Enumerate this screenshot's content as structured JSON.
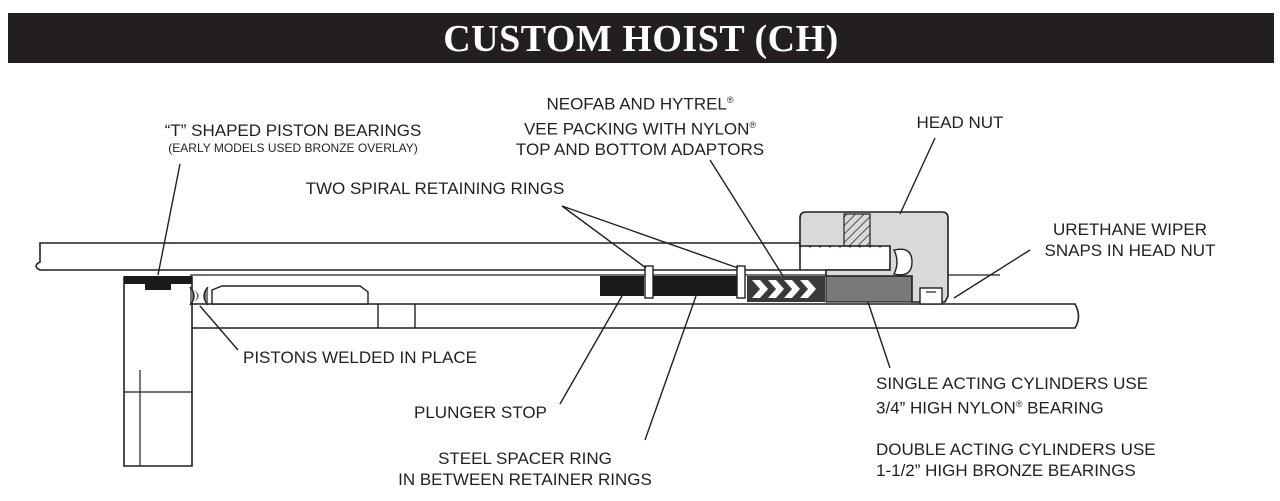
{
  "title": "CUSTOM HOIST (CH)",
  "labels": {
    "t_bearings": "“T” SHAPED PISTON BEARINGS",
    "t_bearings_note": "(EARLY MODELS USED BRONZE OVERLAY)",
    "packing_line1": "NEOFAB AND HYTREL",
    "packing_line2": "VEE PACKING WITH NYLON",
    "packing_line3": "TOP AND BOTTOM ADAPTORS",
    "reg_mark": "®",
    "head_nut": "HEAD NUT",
    "retaining_rings": "TWO SPIRAL RETAINING RINGS",
    "wiper_line1": "URETHANE WIPER",
    "wiper_line2": "SNAPS IN HEAD NUT",
    "pistons_welded": "PISTONS WELDED IN PLACE",
    "single_line1": "SINGLE ACTING CYLINDERS USE",
    "single_line2a": "3/4” HIGH NYLON",
    "single_line2b": " BEARING",
    "plunger_stop": "PLUNGER STOP",
    "spacer_line1": "STEEL SPACER RING",
    "spacer_line2": "IN BETWEEN RETAINER RINGS",
    "double_line1": "DOUBLE ACTING CYLINDERS USE",
    "double_line2": "1-1/2” HIGH BRONZE BEARINGS"
  },
  "colors": {
    "title_bg": "#231f20",
    "line": "#231f20",
    "head_nut_fill": "#d9d9d9",
    "bearing_fill": "#7a7a7a",
    "dark_fill": "#1a1a1a"
  }
}
